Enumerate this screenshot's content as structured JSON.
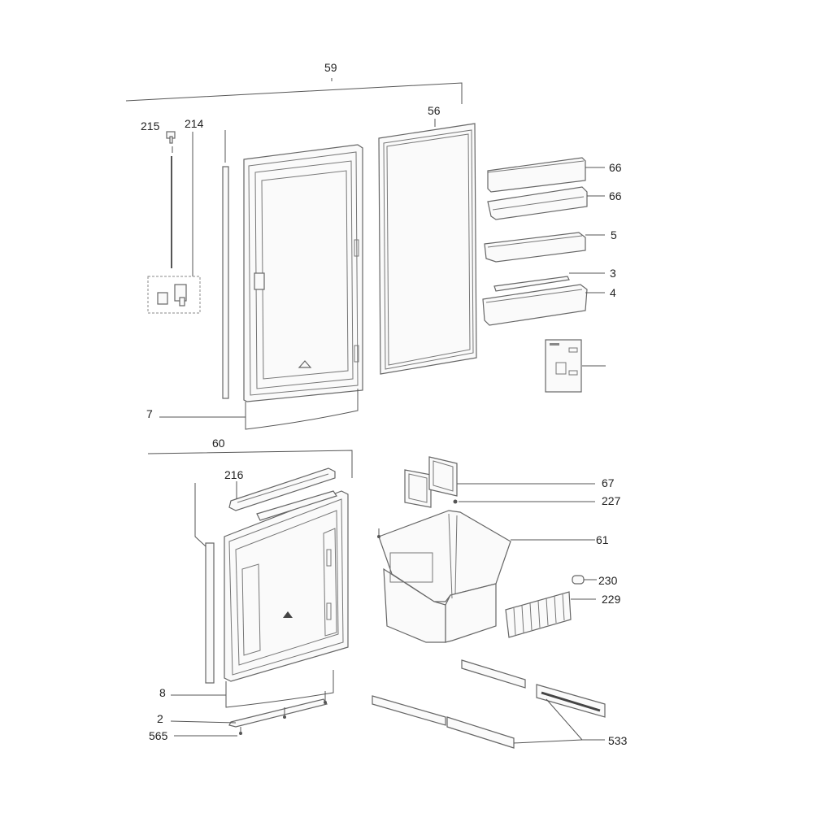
{
  "labels": {
    "l59": "59",
    "l56": "56",
    "l215": "215",
    "l214": "214",
    "l66a": "66",
    "l66b": "66",
    "l5": "5",
    "l3": "3",
    "l4": "4",
    "l7": "7",
    "l60": "60",
    "l216": "216",
    "l67": "67",
    "l227": "227",
    "l61": "61",
    "l230": "230",
    "l229": "229",
    "l8": "8",
    "l2": "2",
    "l565": "565",
    "l533": "533"
  },
  "colors": {
    "line": "#555555",
    "text": "#222222",
    "part_fill": "#fafafa"
  }
}
